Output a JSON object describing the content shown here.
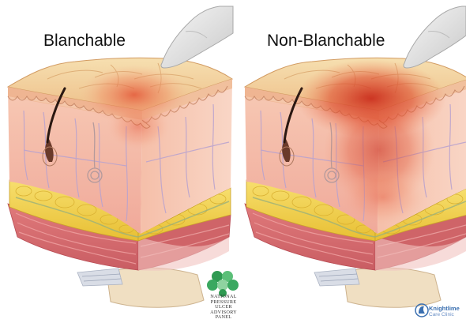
{
  "panels": {
    "left": {
      "title": "Blanchable"
    },
    "right": {
      "title": "Non-Blanchable"
    }
  },
  "logos": {
    "npuap": {
      "lines": [
        "NATIONAL",
        "PRESSURE",
        "ULCER",
        "ADVISORY",
        "PANEL"
      ]
    },
    "knightlime": {
      "name": "Knightlime",
      "subtitle": "Care Clinic"
    }
  },
  "colors": {
    "epidermis_top": "#f3d8a6",
    "dermis": "#f2b7a8",
    "fat": "#f3d34f",
    "muscle": "#d96f72",
    "redness": "#e2472b",
    "glove": "#e9e9e9",
    "logo_green": "#3aa860",
    "logo_blue": "#3a6fb0"
  }
}
